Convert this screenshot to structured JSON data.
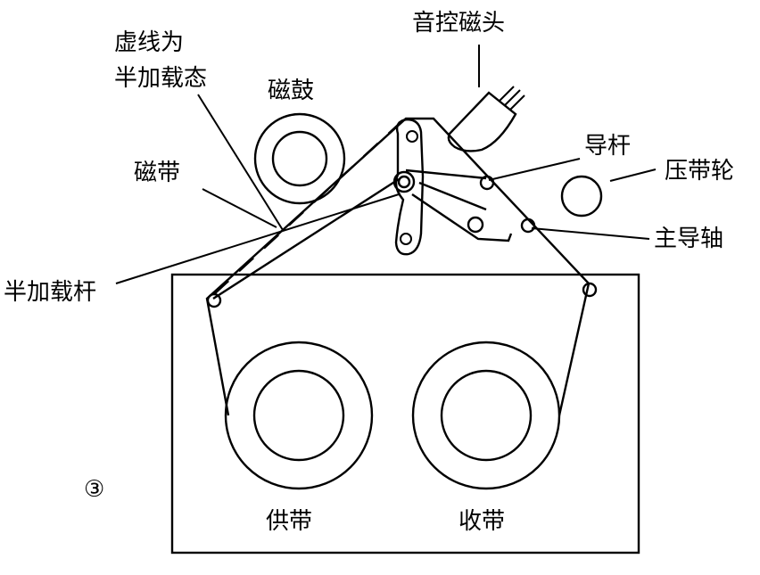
{
  "labels": {
    "head": "音控磁头",
    "dashed_line_1": "虚线为",
    "dashed_line_2": "半加载态",
    "drum": "磁鼓",
    "tape": "磁带",
    "guide_pin": "导杆",
    "pinch_roller": "压带轮",
    "capstan": "主导轴",
    "half_load_arm": "半加载杆",
    "supply_reel": "供带",
    "takeup_reel": "收带",
    "figure_number": "③"
  },
  "colors": {
    "line": "#000000",
    "background": "#ffffff"
  }
}
